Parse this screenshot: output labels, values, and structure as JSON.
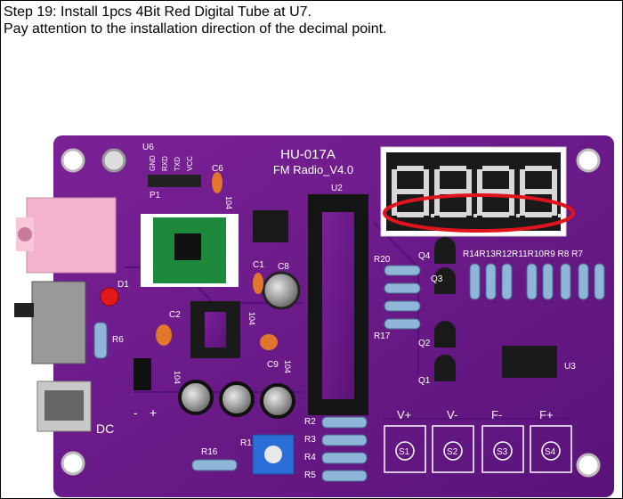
{
  "caption": {
    "line1": "Step 19: Install 1pcs 4Bit Red Digital Tube at U7.",
    "line2": "Pay attention to the installation direction of the decimal point."
  },
  "board": {
    "model": "HU-017A",
    "subtitle": "FM Radio_V4.0",
    "labels": {
      "u6": "U6",
      "u2": "U2",
      "u3": "U3",
      "p1": "P1",
      "d1": "D1",
      "c6": "C6",
      "c8": "C8",
      "c9": "C9",
      "c1": "C1",
      "c2": "C2",
      "r6": "R6",
      "r1": "R1",
      "r16": "R16",
      "r17": "R17",
      "r20": "R20",
      "q1": "Q1",
      "q2": "Q2",
      "q3": "Q3",
      "q4": "Q4",
      "r2": "R2",
      "r3": "R3",
      "r4": "R4",
      "r5": "R5",
      "dc": "DC",
      "minus": "-",
      "plus": "+",
      "vplus": "V+",
      "vminus": "V-",
      "fminus": "F-",
      "fplus": "F+",
      "s1": "S1",
      "s2": "S2",
      "s3": "S3",
      "s4": "S4",
      "rrow": "R14R13R12R11R10R9 R8 R7",
      "p1pins": [
        "GND",
        "RXD",
        "TXD",
        "VCC"
      ],
      "cap104": "104"
    }
  },
  "colors": {
    "pcb": "#6a1a86",
    "pcb_dark": "#4a0f60",
    "highlight_ellipse": "#e0141c",
    "display": "#1a1a1a"
  }
}
